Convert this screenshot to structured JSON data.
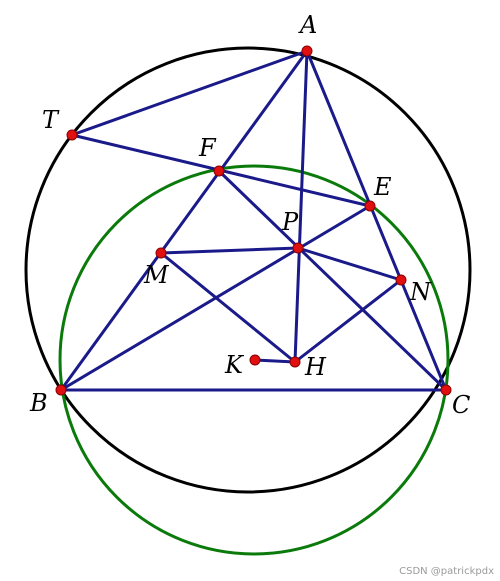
{
  "figure": {
    "labels": {
      "A": "A",
      "B": "B",
      "C": "C",
      "E": "E",
      "F": "F",
      "H": "H",
      "K": "K",
      "M": "M",
      "N": "N",
      "P": "P",
      "T": "T"
    },
    "colors": {
      "circumcircle": "#000000",
      "nine_point_circle": "#0a7a0a",
      "segments": "#1a1a8a",
      "points": "#e01010"
    }
  },
  "watermark": {
    "text": "CSDN @patrickpdx"
  }
}
